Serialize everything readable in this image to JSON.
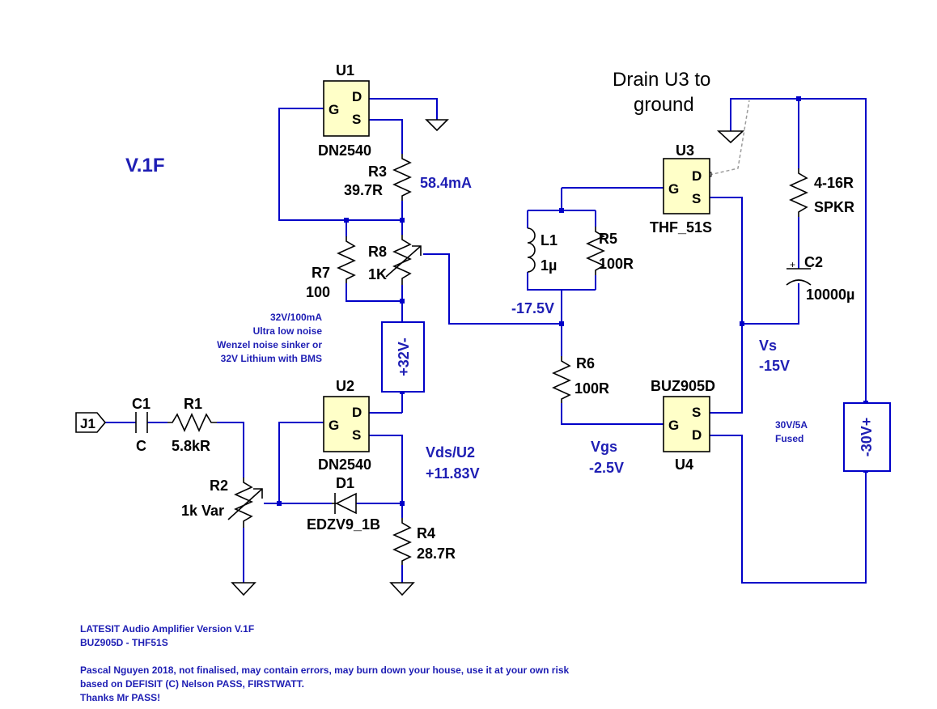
{
  "title": "V.1F",
  "annotation_drain": [
    "Drain U3 to",
    "ground"
  ],
  "transistors": {
    "u1": {
      "ref": "U1",
      "part": "DN2540"
    },
    "u2": {
      "ref": "U2",
      "part": "DN2540"
    },
    "u3": {
      "ref": "U3",
      "part": "THF_51S"
    },
    "u4": {
      "ref": "U4",
      "part": "BUZ905D"
    }
  },
  "pins": {
    "g": "G",
    "d": "D",
    "s": "S"
  },
  "resistors": {
    "r1": {
      "ref": "R1",
      "value": "5.8kR"
    },
    "r2": {
      "ref": "R2",
      "value": "1k Var"
    },
    "r3": {
      "ref": "R3",
      "value": "39.7R"
    },
    "r4": {
      "ref": "R4",
      "value": "28.7R"
    },
    "r5": {
      "ref": "R5",
      "value": "100R"
    },
    "r6": {
      "ref": "R6",
      "value": "100R"
    },
    "r7": {
      "ref": "R7",
      "value": "100"
    },
    "r8": {
      "ref": "R8",
      "value": "1K"
    },
    "spkr": {
      "ref": "4-16R",
      "value": "SPKR"
    }
  },
  "capacitors": {
    "c1": {
      "ref": "C1",
      "value": "C"
    },
    "c2": {
      "ref": "C2",
      "value": "10000µ",
      "polarity": "+"
    }
  },
  "inductor": {
    "ref": "L1",
    "value": "1µ"
  },
  "diode": {
    "ref": "D1",
    "part": "EDZV9_1B"
  },
  "input": "J1",
  "sources": {
    "pos": {
      "label": "+32V-",
      "note": [
        "32V/100mA",
        "Ultra low noise",
        "Wenzel noise sinker or",
        "32V Lithium with BMS"
      ]
    },
    "neg": {
      "label": "-30V+",
      "note": [
        "30V/5A",
        "Fused"
      ]
    }
  },
  "measurements": {
    "current": "58.4mA",
    "node": "-17.5V",
    "vds_label": "Vds/U2",
    "vds_value": "+11.83V",
    "vgs_label": "Vgs",
    "vgs_value": "-2.5V",
    "vs_label": "Vs",
    "vs_value": "-15V"
  },
  "footer": [
    "LATESIT Audio Amplifier Version V.1F",
    "BUZ905D - THF51S",
    "",
    "Pascal Nguyen 2018, not finalised, may contain errors, may burn down your house, use it at your own risk",
    "based on DEFISIT (C) Nelson PASS, FIRSTWATT.",
    "Thanks Mr PASS!"
  ]
}
